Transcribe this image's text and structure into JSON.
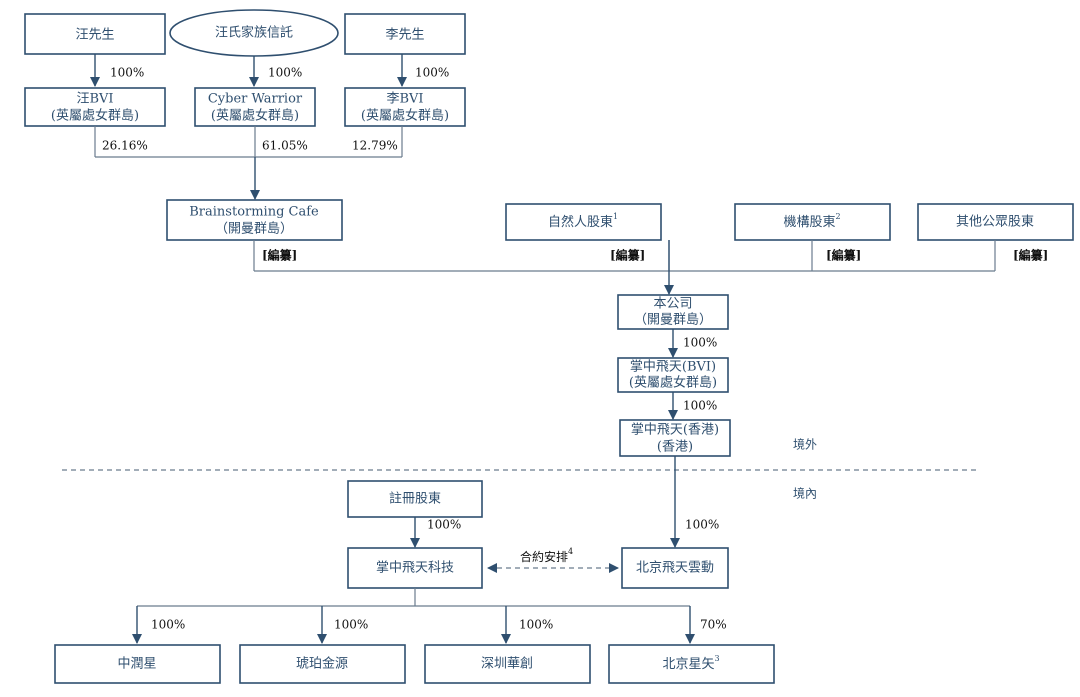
{
  "nodes": {
    "wang": {
      "label": "汪先生"
    },
    "wang_trust": {
      "label": "汪氏家族信託"
    },
    "li": {
      "label": "李先生"
    },
    "wang_bvi": {
      "line1": "汪BVI",
      "line2": "(英屬處女群島)"
    },
    "cyber_warrior": {
      "line1": "Cyber Warrior",
      "line2": "(英屬處女群島)"
    },
    "li_bvi": {
      "line1": "李BVI",
      "line2": "(英屬處女群島)"
    },
    "brainstorming": {
      "line1": "Brainstorming Cafe",
      "line2": "（開曼群島）"
    },
    "natural_holders": {
      "label": "自然人股東",
      "note": "1"
    },
    "institutional_holders": {
      "label": "機構股東",
      "note": "2"
    },
    "public_holders": {
      "label": "其他公眾股東"
    },
    "company": {
      "line1": "本公司",
      "line2": "（開曼群島）"
    },
    "zhangzhong_bvi": {
      "line1": "掌中飛天(BVI)",
      "line2": "(英屬處女群島)"
    },
    "zhangzhong_hk": {
      "line1": "掌中飛天(香港)",
      "line2": "(香港)"
    },
    "registered_holders": {
      "label": "註冊股東"
    },
    "zhangzhong_tech": {
      "label": "掌中飛天科技"
    },
    "beijing_feitian": {
      "label": "北京飛天雲動"
    },
    "zhongrunxing": {
      "label": "中潤星"
    },
    "hupo_jinyuan": {
      "label": "琥珀金源"
    },
    "shenzhen_huachuang": {
      "label": "深圳華創"
    },
    "beijing_xingshi": {
      "label": "北京星矢",
      "note": "3"
    }
  },
  "edges": {
    "wang_to_bvi": "100%",
    "trust_to_cyber": "100%",
    "li_to_bvi": "100%",
    "wang_bvi_share": "26.16%",
    "cyber_share": "61.05%",
    "li_bvi_share": "12.79%",
    "redacted_1": "[編纂]",
    "redacted_2": "[編纂]",
    "redacted_3": "[編纂]",
    "redacted_4": "[編纂]",
    "company_to_bvi": "100%",
    "bvi_to_hk": "100%",
    "hk_to_beijing": "100%",
    "registered_to_tech": "100%",
    "contract": {
      "label": "合約安排",
      "note": "4"
    },
    "tech_to_zhongrunxing": "100%",
    "tech_to_hupo": "100%",
    "tech_to_shenzhen": "100%",
    "tech_to_xingshi": "70%"
  },
  "zones": {
    "offshore": "境外",
    "onshore": "境內"
  }
}
